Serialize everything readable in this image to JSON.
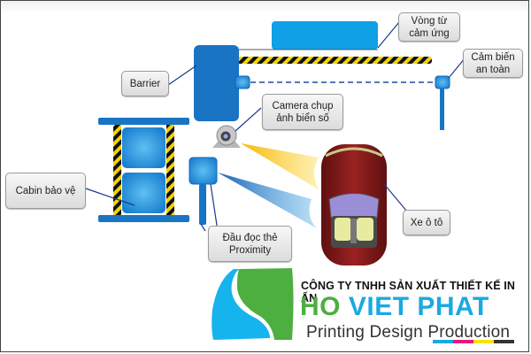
{
  "diagram": {
    "title": "Parking barrier system components",
    "labels": {
      "vong_tu": "Vòng từ\ncảm ứng",
      "barrier": "Barrier",
      "cam_bien": "Cảm biến\nan toàn",
      "camera": "Camera chụp\nảnh biển số",
      "cabin": "Cabin bảo vệ",
      "dau_doc": "Đầu đọc thẻ\nProximity",
      "xe_oto": "Xe ô tô"
    },
    "colors": {
      "blue": "#1a74c4",
      "light_blue": "#0fa0e6",
      "hazard_yellow": "#f5d300",
      "camera_beam": "#f7c200",
      "reader_beam": "#1a74c4",
      "car_red": "#8b1a1a"
    }
  },
  "logo": {
    "company": "CÔNG TY TNHH SẢN XUẤT THIẾT KẾ IN ẤN",
    "brand_ho": "HO",
    "brand_rest": "VIET PHAT",
    "tagline": "Printing Design Production",
    "colors": {
      "green": "#4caf3f",
      "cyan": "#1aa9e1",
      "magenta": "#e6197e",
      "yellow": "#f5e400",
      "black": "#333333"
    }
  }
}
